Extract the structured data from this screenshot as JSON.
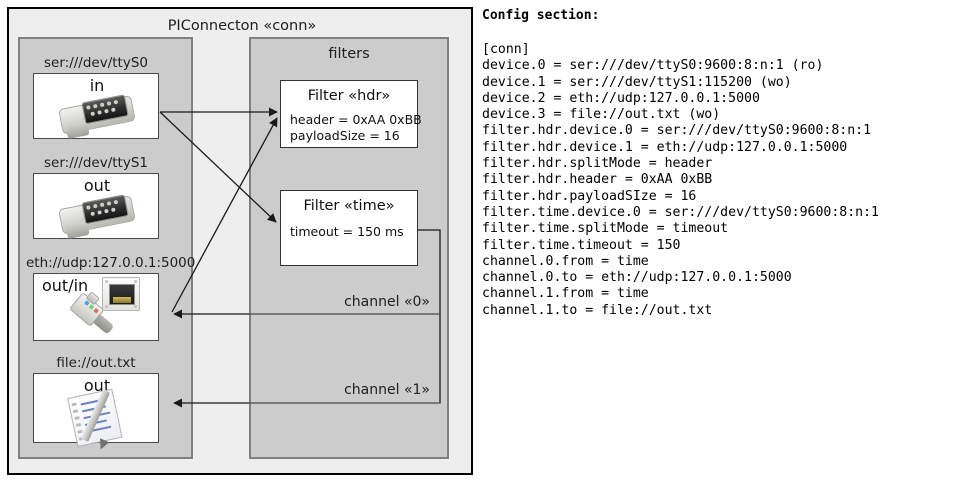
{
  "diagram": {
    "title": "PIConnecton «conn»",
    "devices_panel": {
      "title": "",
      "items": [
        {
          "label": "ser:///dev/ttyS0",
          "io": "in",
          "icon": "serial-dsub-icon"
        },
        {
          "label": "ser:///dev/ttyS1",
          "io": "out",
          "icon": "serial-dsub-icon"
        },
        {
          "label": "eth://udp:127.0.0.1:5000",
          "io": "out/in",
          "icon": "ethernet-rj45-icon"
        },
        {
          "label": "file://out.txt",
          "io": "out",
          "icon": "notepad-pen-icon"
        }
      ]
    },
    "filters_panel": {
      "title": "filters",
      "filters": [
        {
          "title": "Filter «hdr»",
          "attributes": [
            "header = 0xAA 0xBB",
            "payloadSize = 16"
          ]
        },
        {
          "title": "Filter «time»",
          "attributes": [
            "timeout = 150 ms"
          ]
        }
      ],
      "channels": [
        {
          "label": "channel «0»"
        },
        {
          "label": "channel «1»"
        }
      ]
    },
    "colors": {
      "outer_fill": "#eeeeee",
      "outer_border": "#000000",
      "panel_fill": "#cccccc",
      "panel_border": "#808080",
      "box_fill": "#ffffff",
      "box_border": "#333333",
      "wire": "#1a1a1a"
    }
  },
  "config": {
    "heading": "Config section:",
    "lines": [
      "[conn]",
      "device.0 = ser:///dev/ttyS0:9600:8:n:1 (ro)",
      "device.1 = ser:///dev/ttyS1:115200 (wo)",
      "device.2 = eth://udp:127.0.0.1:5000",
      "device.3 = file://out.txt (wo)",
      "filter.hdr.device.0 = ser:///dev/ttyS0:9600:8:n:1",
      "filter.hdr.device.1 = eth://udp:127.0.0.1:5000",
      "filter.hdr.splitMode = header",
      "filter.hdr.header = 0xAA 0xBB",
      "filter.hdr.payloadSIze = 16",
      "filter.time.device.0 = ser:///dev/ttyS0:9600:8:n:1",
      "filter.time.splitMode = timeout",
      "filter.time.timeout = 150",
      "channel.0.from = time",
      "channel.0.to = eth://udp:127.0.0.1:5000",
      "channel.1.from = time",
      "channel.1.to = file://out.txt"
    ]
  }
}
